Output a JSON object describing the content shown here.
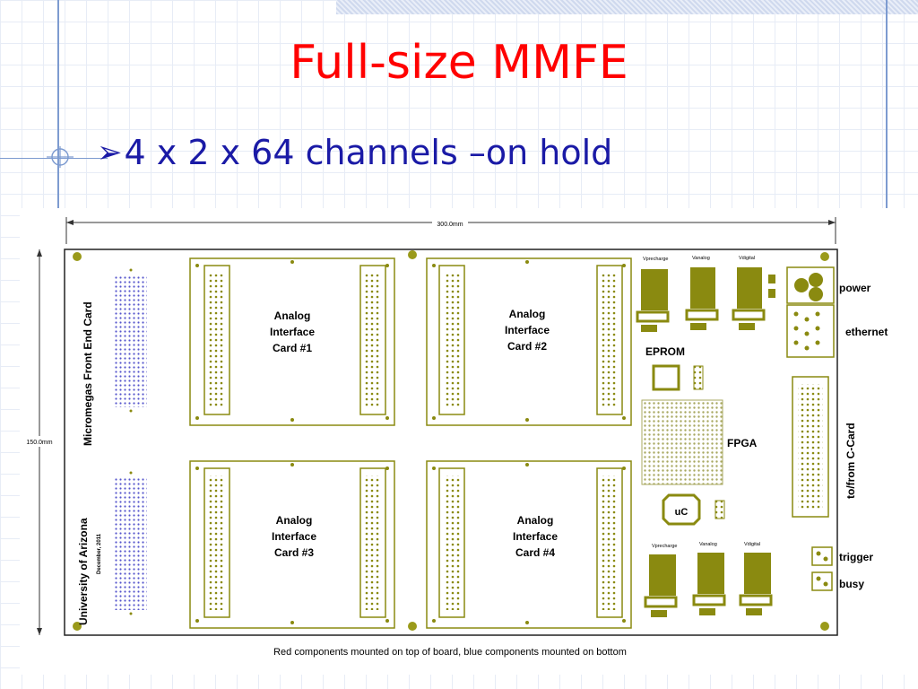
{
  "slide": {
    "title": "Full-size MMFE",
    "bullet": "4 x 2 x 64 channels –on hold"
  },
  "diagram": {
    "width_dim": "300.0mm",
    "height_dim": "150.0mm",
    "board_label_1": "Micromegas Front End Card",
    "board_label_2": "University of Arizona",
    "board_date": "December, 2011",
    "cards": [
      {
        "line1": "Analog",
        "line2": "Interface",
        "line3": "Card #1"
      },
      {
        "line1": "Analog",
        "line2": "Interface",
        "line3": "Card #2"
      },
      {
        "line1": "Analog",
        "line2": "Interface",
        "line3": "Card #3"
      },
      {
        "line1": "Analog",
        "line2": "Interface",
        "line3": "Card #4"
      }
    ],
    "regulators_top": [
      "Vprecharge",
      "Vanalog",
      "Vdigital"
    ],
    "regulators_bottom": [
      "Vprecharge",
      "Vanalog",
      "Vdigital"
    ],
    "eprom": "EPROM",
    "fpga": "FPGA",
    "uc": "uC",
    "connectors": {
      "power": "power",
      "ethernet": "ethernet",
      "ccard": "to/from C-Card",
      "trigger": "trigger",
      "busy": "busy"
    },
    "caption": "Red components mounted on top of board, blue components mounted on bottom"
  },
  "colors": {
    "title": "#ff0000",
    "bullet": "#1a1aa6",
    "component": "#8a8a10",
    "component_fill": "#9a9a1a",
    "bottom_component": "#5555cc",
    "label": "#000000"
  }
}
